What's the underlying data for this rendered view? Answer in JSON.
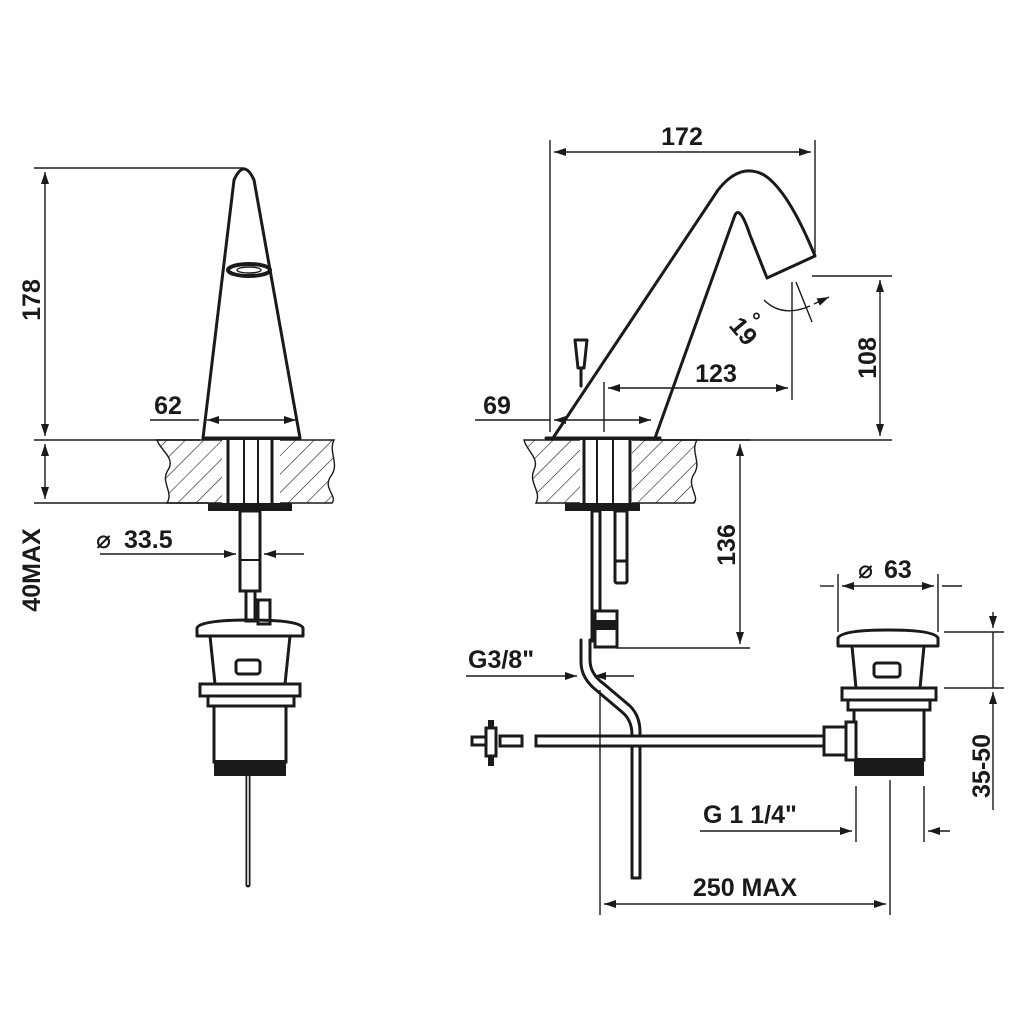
{
  "dimensions": {
    "height_178": "178",
    "width_62": "62",
    "max_40": "40MAX",
    "diameter_33_5": "33.5",
    "width_172": "172",
    "width_69": "69",
    "reach_123": "123",
    "height_108": "108",
    "angle_19": "19",
    "depth_136": "136",
    "thread_g3_8": "G3/8\"",
    "diameter_63": "63",
    "range_35_50": "35-50",
    "thread_g1_1_4": "G 1 1/4\"",
    "max_250": "250 MAX"
  },
  "symbols": {
    "diameter": "⌀",
    "degree": "°"
  },
  "colors": {
    "ink": "#1a1a1a",
    "background": "#ffffff"
  }
}
